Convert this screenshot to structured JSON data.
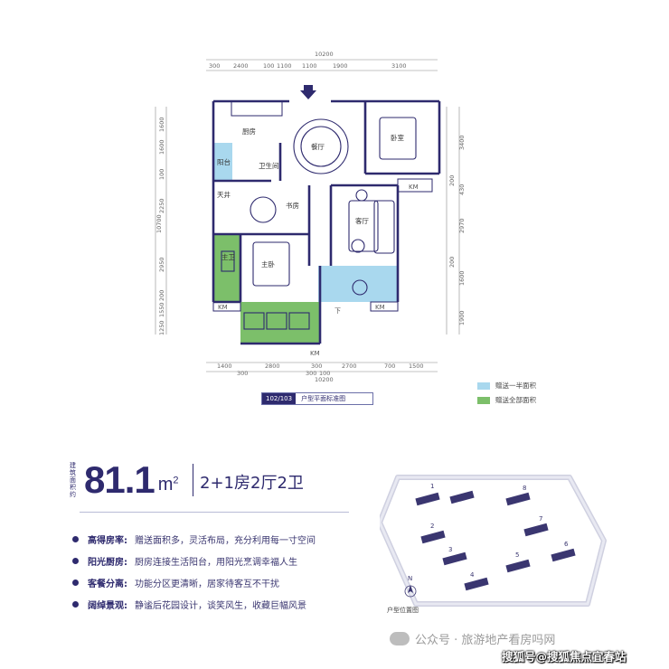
{
  "plan": {
    "overall_width": "10200",
    "overall_height": "10700",
    "top_dims": [
      "300",
      "2400",
      "100",
      "1100",
      "1100",
      "1900",
      "3100"
    ],
    "bottom_dims_row1": [
      "1400",
      "2800",
      "300",
      "2700",
      "700",
      "1500"
    ],
    "bottom_dims_row2": [
      "300",
      "300",
      "100"
    ],
    "left_dims": [
      "1600",
      "1600",
      "100",
      "2250",
      "2950",
      "200",
      "1550",
      "1250"
    ],
    "right_dims_outer": [
      "3400",
      "2970",
      "1600",
      "1900"
    ],
    "right_dims_inner": [
      "200",
      "430",
      "200"
    ],
    "rooms": {
      "kitchen": "厨房",
      "dining": "餐厅",
      "bedroom": "卧室",
      "balcony_small": "阳台",
      "bathroom": "卫生间",
      "skylight": "天井",
      "study": "书房",
      "living": "客厅",
      "master": "主卧",
      "master_bath": "主卫"
    },
    "km_labels": [
      "KM",
      "KM",
      "KM",
      "KM"
    ],
    "down_label": "下"
  },
  "caption": {
    "code": "102/103",
    "text": "户型平面标准图"
  },
  "legend": {
    "half": {
      "label": "赠送一半面积",
      "color": "#a9d8ee"
    },
    "full": {
      "label": "赠送全部面积",
      "color": "#7cbf6a"
    }
  },
  "area": {
    "vertical_label": "建筑面积约",
    "value": "81.1",
    "unit": "m",
    "unit_sup": "2",
    "layout": "2+1房2厅2卫"
  },
  "features": [
    {
      "title": "高得房率:",
      "desc": "赠送面积多，灵活布局，充分利用每一寸空间"
    },
    {
      "title": "阳光厨房:",
      "desc": "厨房连接生活阳台，用阳光烹调幸福人生"
    },
    {
      "title": "客餐分离:",
      "desc": "功能分区更清晰，居家待客互不干扰"
    },
    {
      "title": "阔绰景观:",
      "desc": "静谧后花园设计，谈笑风生，收藏巨幅风景"
    }
  ],
  "siteplan": {
    "label": "户型位置图",
    "north": "N",
    "building_numbers": [
      "1",
      "2",
      "3",
      "4",
      "5",
      "6",
      "7",
      "8"
    ]
  },
  "watermarks": {
    "wechat": "公众号 · 旅游地产看房吗网",
    "sohu": "搜狐号@搜狐焦点宜春站"
  },
  "colors": {
    "brand": "#2e2a6e",
    "wall": "#2e2a6e",
    "green_area": "#7cbf6a",
    "blue_area": "#a9d8ee"
  }
}
